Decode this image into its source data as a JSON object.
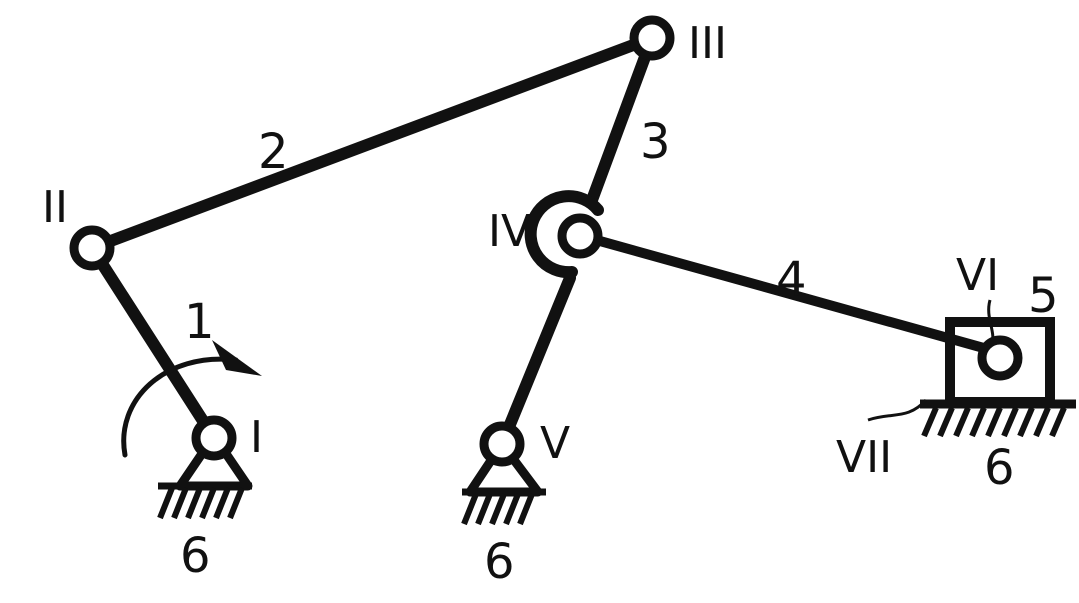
{
  "diagram": {
    "joints": {
      "I": "I",
      "II": "II",
      "III": "III",
      "IV": "IV",
      "V": "V",
      "VI": "VI",
      "VII": "VII"
    },
    "links": {
      "l1": "1",
      "l2": "2",
      "l3": "3",
      "l4": "4",
      "l5": "5"
    },
    "ground": {
      "g_left": "6",
      "g_mid": "6",
      "g_right": "6"
    },
    "ink_color": "#111111"
  }
}
